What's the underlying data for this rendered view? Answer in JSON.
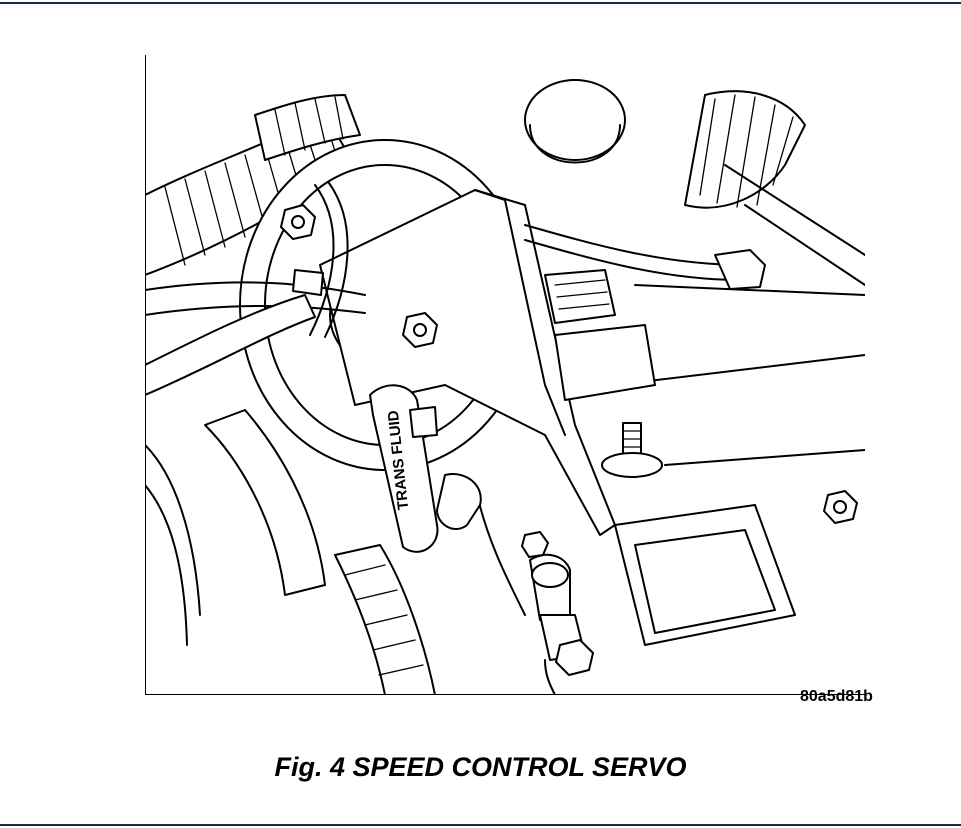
{
  "figure": {
    "caption": "Fig. 4 SPEED CONTROL SERVO",
    "code": "80a5d81b"
  },
  "labels": {
    "trans_fluid": "TRANS FLUID"
  }
}
